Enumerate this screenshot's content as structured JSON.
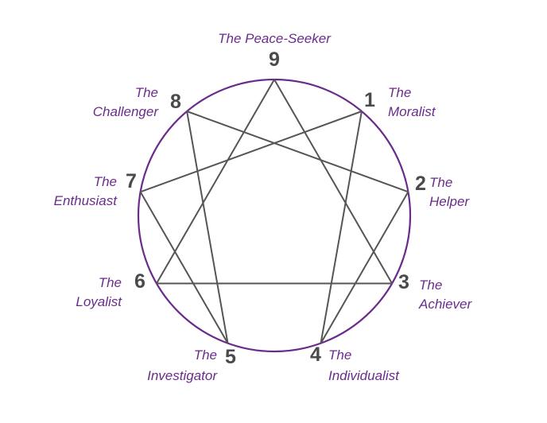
{
  "colors": {
    "accent": "#6a2c8c",
    "lines": "#555555",
    "numbers": "#4a4a4a"
  },
  "points": [
    {
      "number": "9",
      "title": "",
      "name": "The Peace-Seeker"
    },
    {
      "number": "1",
      "title": "The",
      "name": "Moralist"
    },
    {
      "number": "2",
      "title": "The",
      "name": "Helper"
    },
    {
      "number": "3",
      "title": "The",
      "name": "Achiever"
    },
    {
      "number": "4",
      "title": "The",
      "name": "Individualist"
    },
    {
      "number": "5",
      "title": "The",
      "name": "Investigator"
    },
    {
      "number": "6",
      "title": "The",
      "name": "Loyalist"
    },
    {
      "number": "7",
      "title": "The",
      "name": "Enthusiast"
    },
    {
      "number": "8",
      "title": "The",
      "name": "Challenger"
    }
  ],
  "connections": {
    "triangle": [
      "9",
      "3",
      "6"
    ],
    "hexad": [
      "1",
      "4",
      "2",
      "8",
      "5",
      "7"
    ]
  }
}
